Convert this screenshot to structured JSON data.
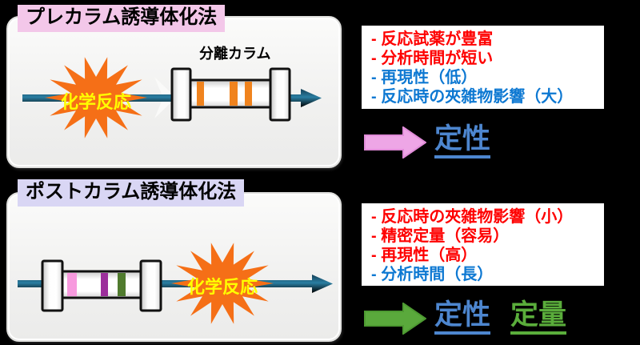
{
  "palette": {
    "background": "#000000",
    "panel_fill": "#f0f0ef",
    "pre_badge_bg": "#f3c7e9",
    "post_badge_bg": "#d9d6f4",
    "flow_arrow_teal": "#1e6886",
    "burst_orange": "#f56f17",
    "burst_text_yellow": "#ffff00",
    "band_orange": "#f0831e",
    "band_pink": "#f79ade",
    "band_purple": "#9c2f9b",
    "band_green": "#507b2e",
    "bullet_red": "#fe0000",
    "bullet_blue": "#0d78d2",
    "result_blue": "#4d86cf",
    "result_green": "#5aad3b",
    "pre_result_arrow_pink": "#eea6e6",
    "post_result_arrow_green": "#5aa93c"
  },
  "pre_section": {
    "title": "プレカラム誘導体化法",
    "column_label": "分離カラム",
    "burst_label": "化学反応",
    "bullets": [
      {
        "text": "- 反応試薬が豊富",
        "color": "red"
      },
      {
        "text": "- 分析時間が短い",
        "color": "red"
      },
      {
        "text": "- 再現性（低）",
        "color": "blue"
      },
      {
        "text": "- 反応時の夾雑物影響（大）",
        "color": "blue"
      }
    ],
    "result": "定性"
  },
  "post_section": {
    "title": "ポストカラム誘導体化法",
    "burst_label": "化学反応",
    "bullets": [
      {
        "text": "- 反応時の夾雑物影響（小）",
        "color": "red"
      },
      {
        "text": "- 精密定量（容易）",
        "color": "red"
      },
      {
        "text": "- 再現性（高）",
        "color": "red"
      },
      {
        "text": "- 分析時間（長）",
        "color": "blue"
      }
    ],
    "result_qualitative": "定性",
    "result_quantitative": "定量"
  }
}
